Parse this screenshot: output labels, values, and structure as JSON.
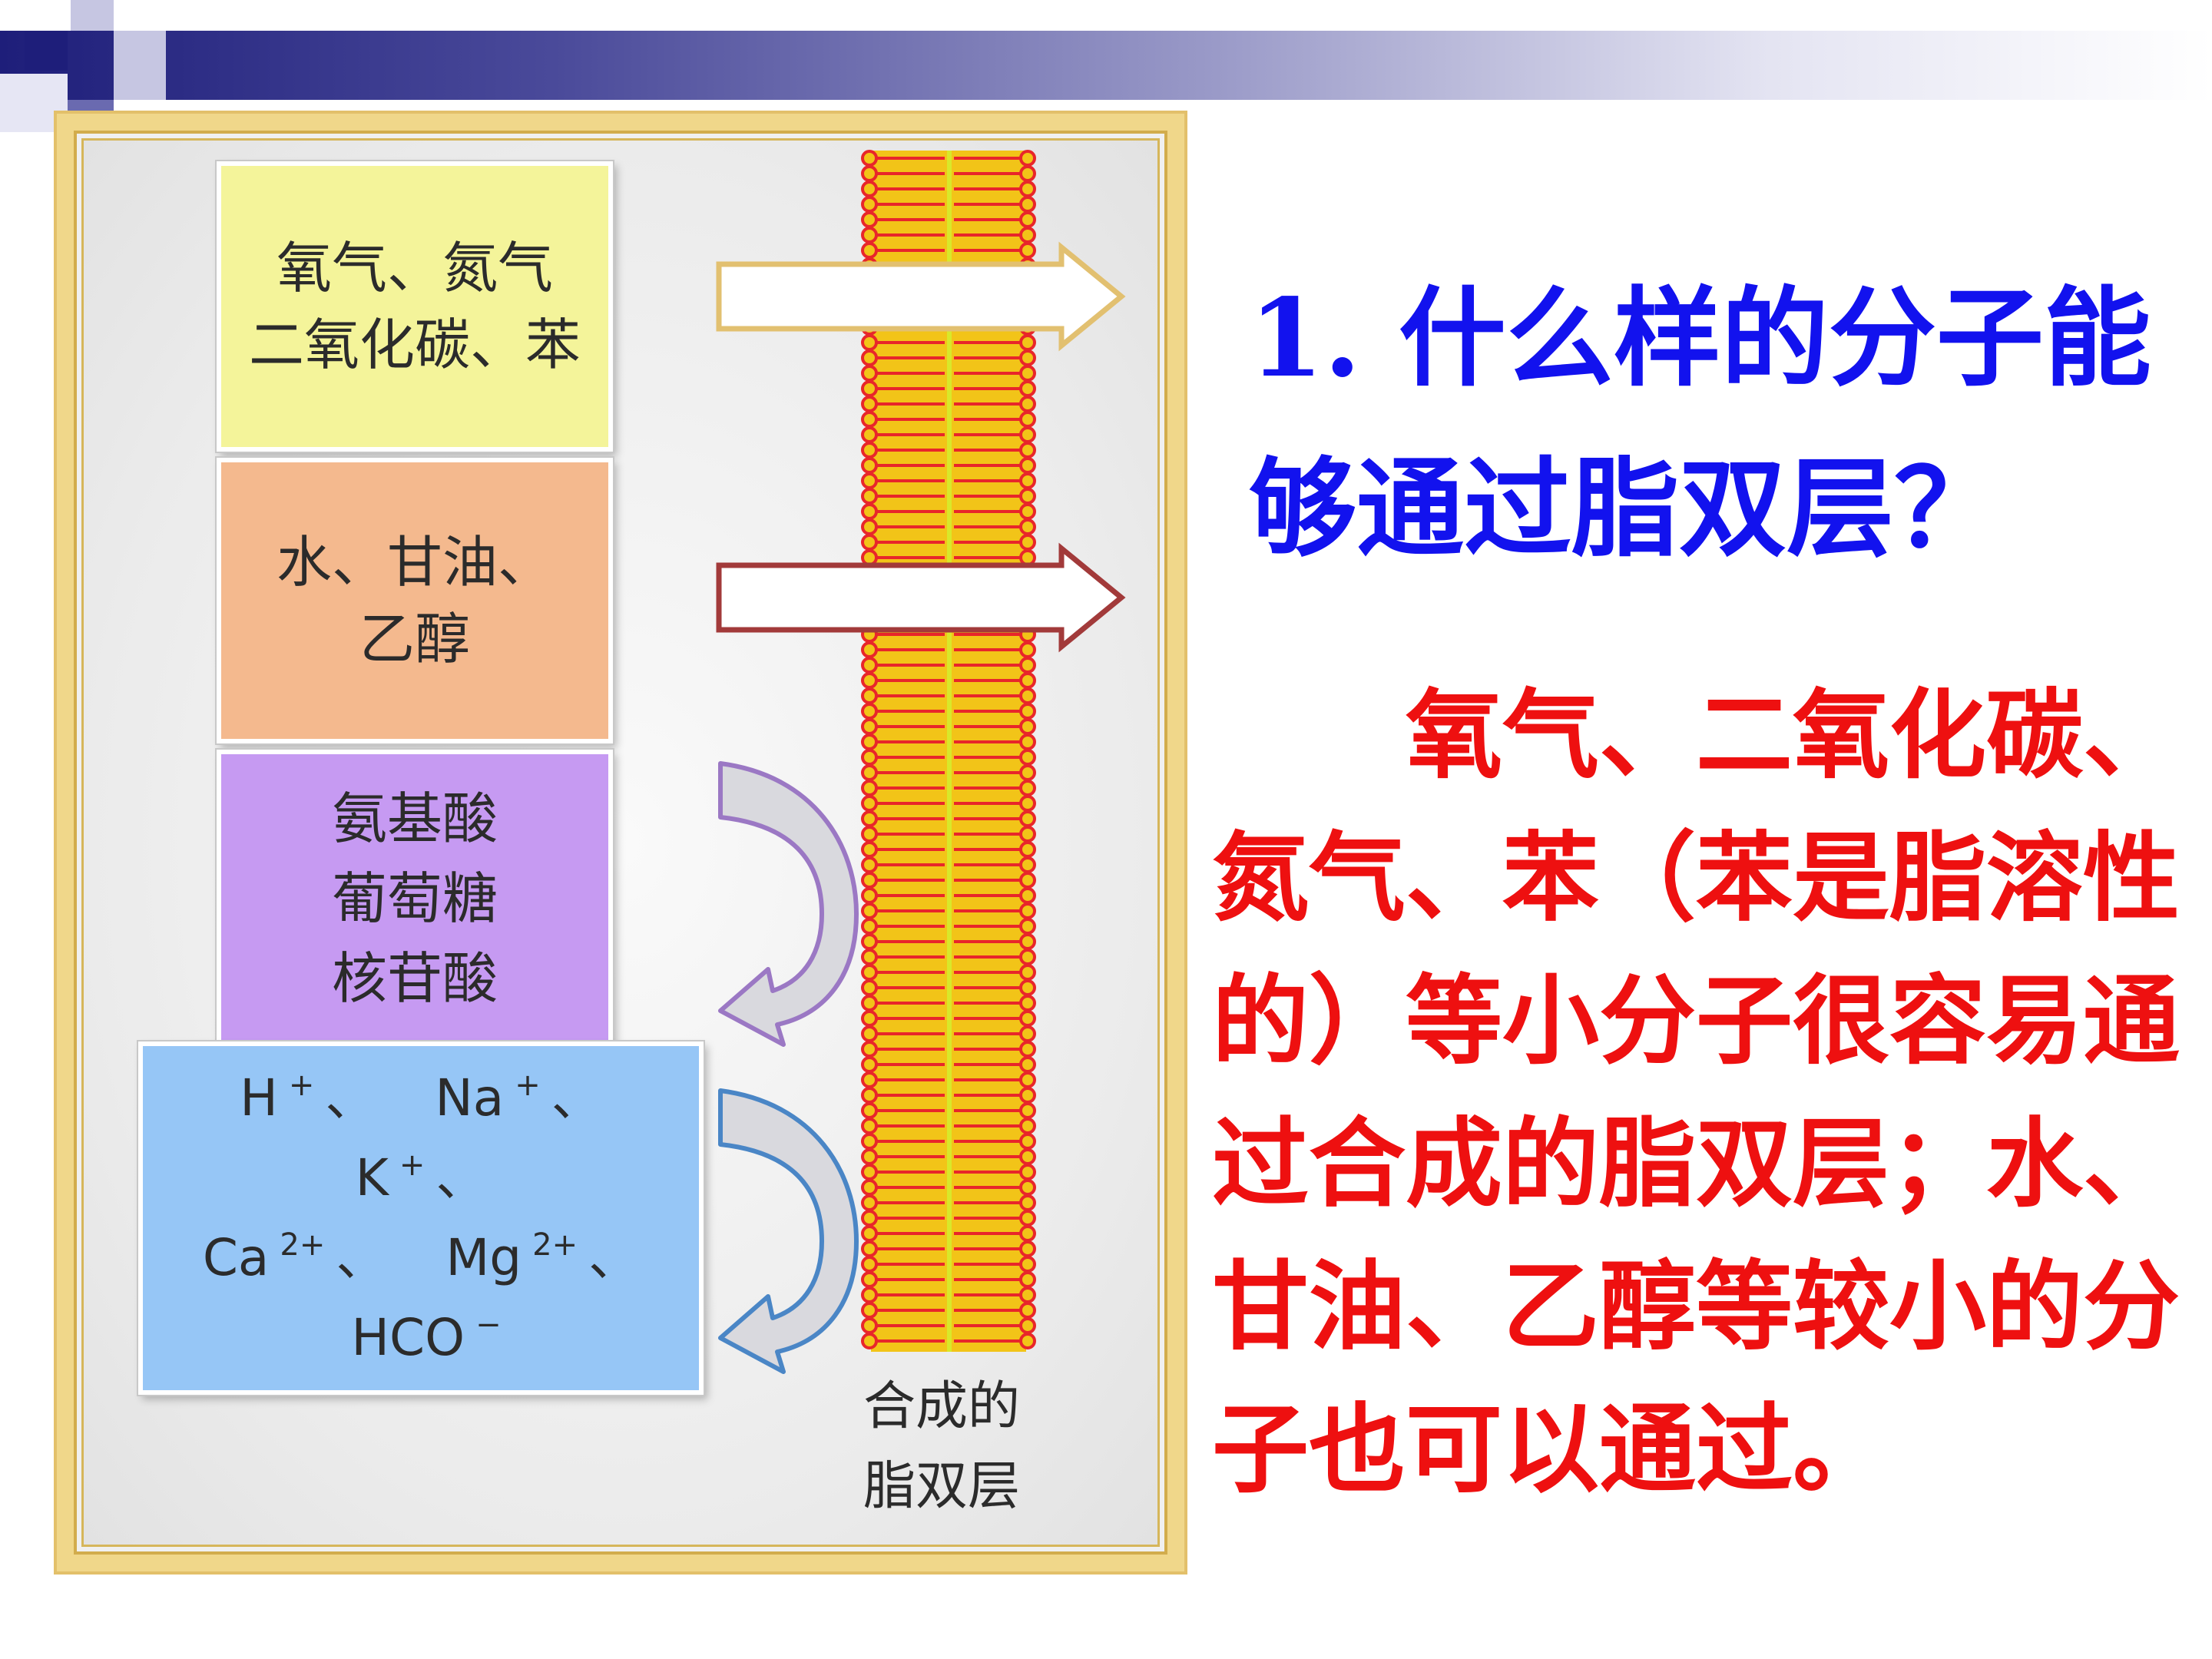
{
  "boxes": {
    "yellow": {
      "line1": "氧气、氮气",
      "line2": "二氧化碳、苯",
      "color": "#f4f49a"
    },
    "orange": {
      "line1": "水、甘油、",
      "line2": "乙醇",
      "color": "#f4b98e"
    },
    "purple": {
      "line1": "氨基酸",
      "line2": "葡萄糖",
      "line3": "核苷酸",
      "color": "#c69af2"
    },
    "blue": {
      "color": "#96c6f6",
      "row1": [
        {
          "base": "H",
          "sup": "+",
          "sep": "、"
        },
        {
          "base": "Na",
          "sup": "+",
          "sep": "、"
        },
        {
          "base": "K",
          "sup": "+",
          "sep": "、"
        }
      ],
      "row2": [
        {
          "base": "Ca",
          "sup": "2+",
          "sep": "、"
        },
        {
          "base": "Mg",
          "sup": "2+",
          "sep": "、"
        }
      ],
      "row3": {
        "base": "HCO",
        "sup": "−"
      }
    }
  },
  "membrane": {
    "label_line1": "合成的",
    "label_line2": "脂双层",
    "head_color": "#e8262a",
    "tail_color": "#f2c418"
  },
  "arrows": {
    "pass_1_outline": "#e2c070",
    "pass_2_outline": "#a23a3a",
    "curve_1_color": "#9b78c4",
    "curve_2_color": "#4a86c6"
  },
  "question": {
    "line1": "1. 什么样的分子能",
    "line2": "够通过脂双层？",
    "color": "#1212ee"
  },
  "answer": {
    "text": "氧气、二氧化碳、氮气、苯（苯是脂溶性的）等小分子很容易通过合成的脂双层；水、甘油、乙醇等较小的分子也可以通过。",
    "color": "#ee1010"
  }
}
